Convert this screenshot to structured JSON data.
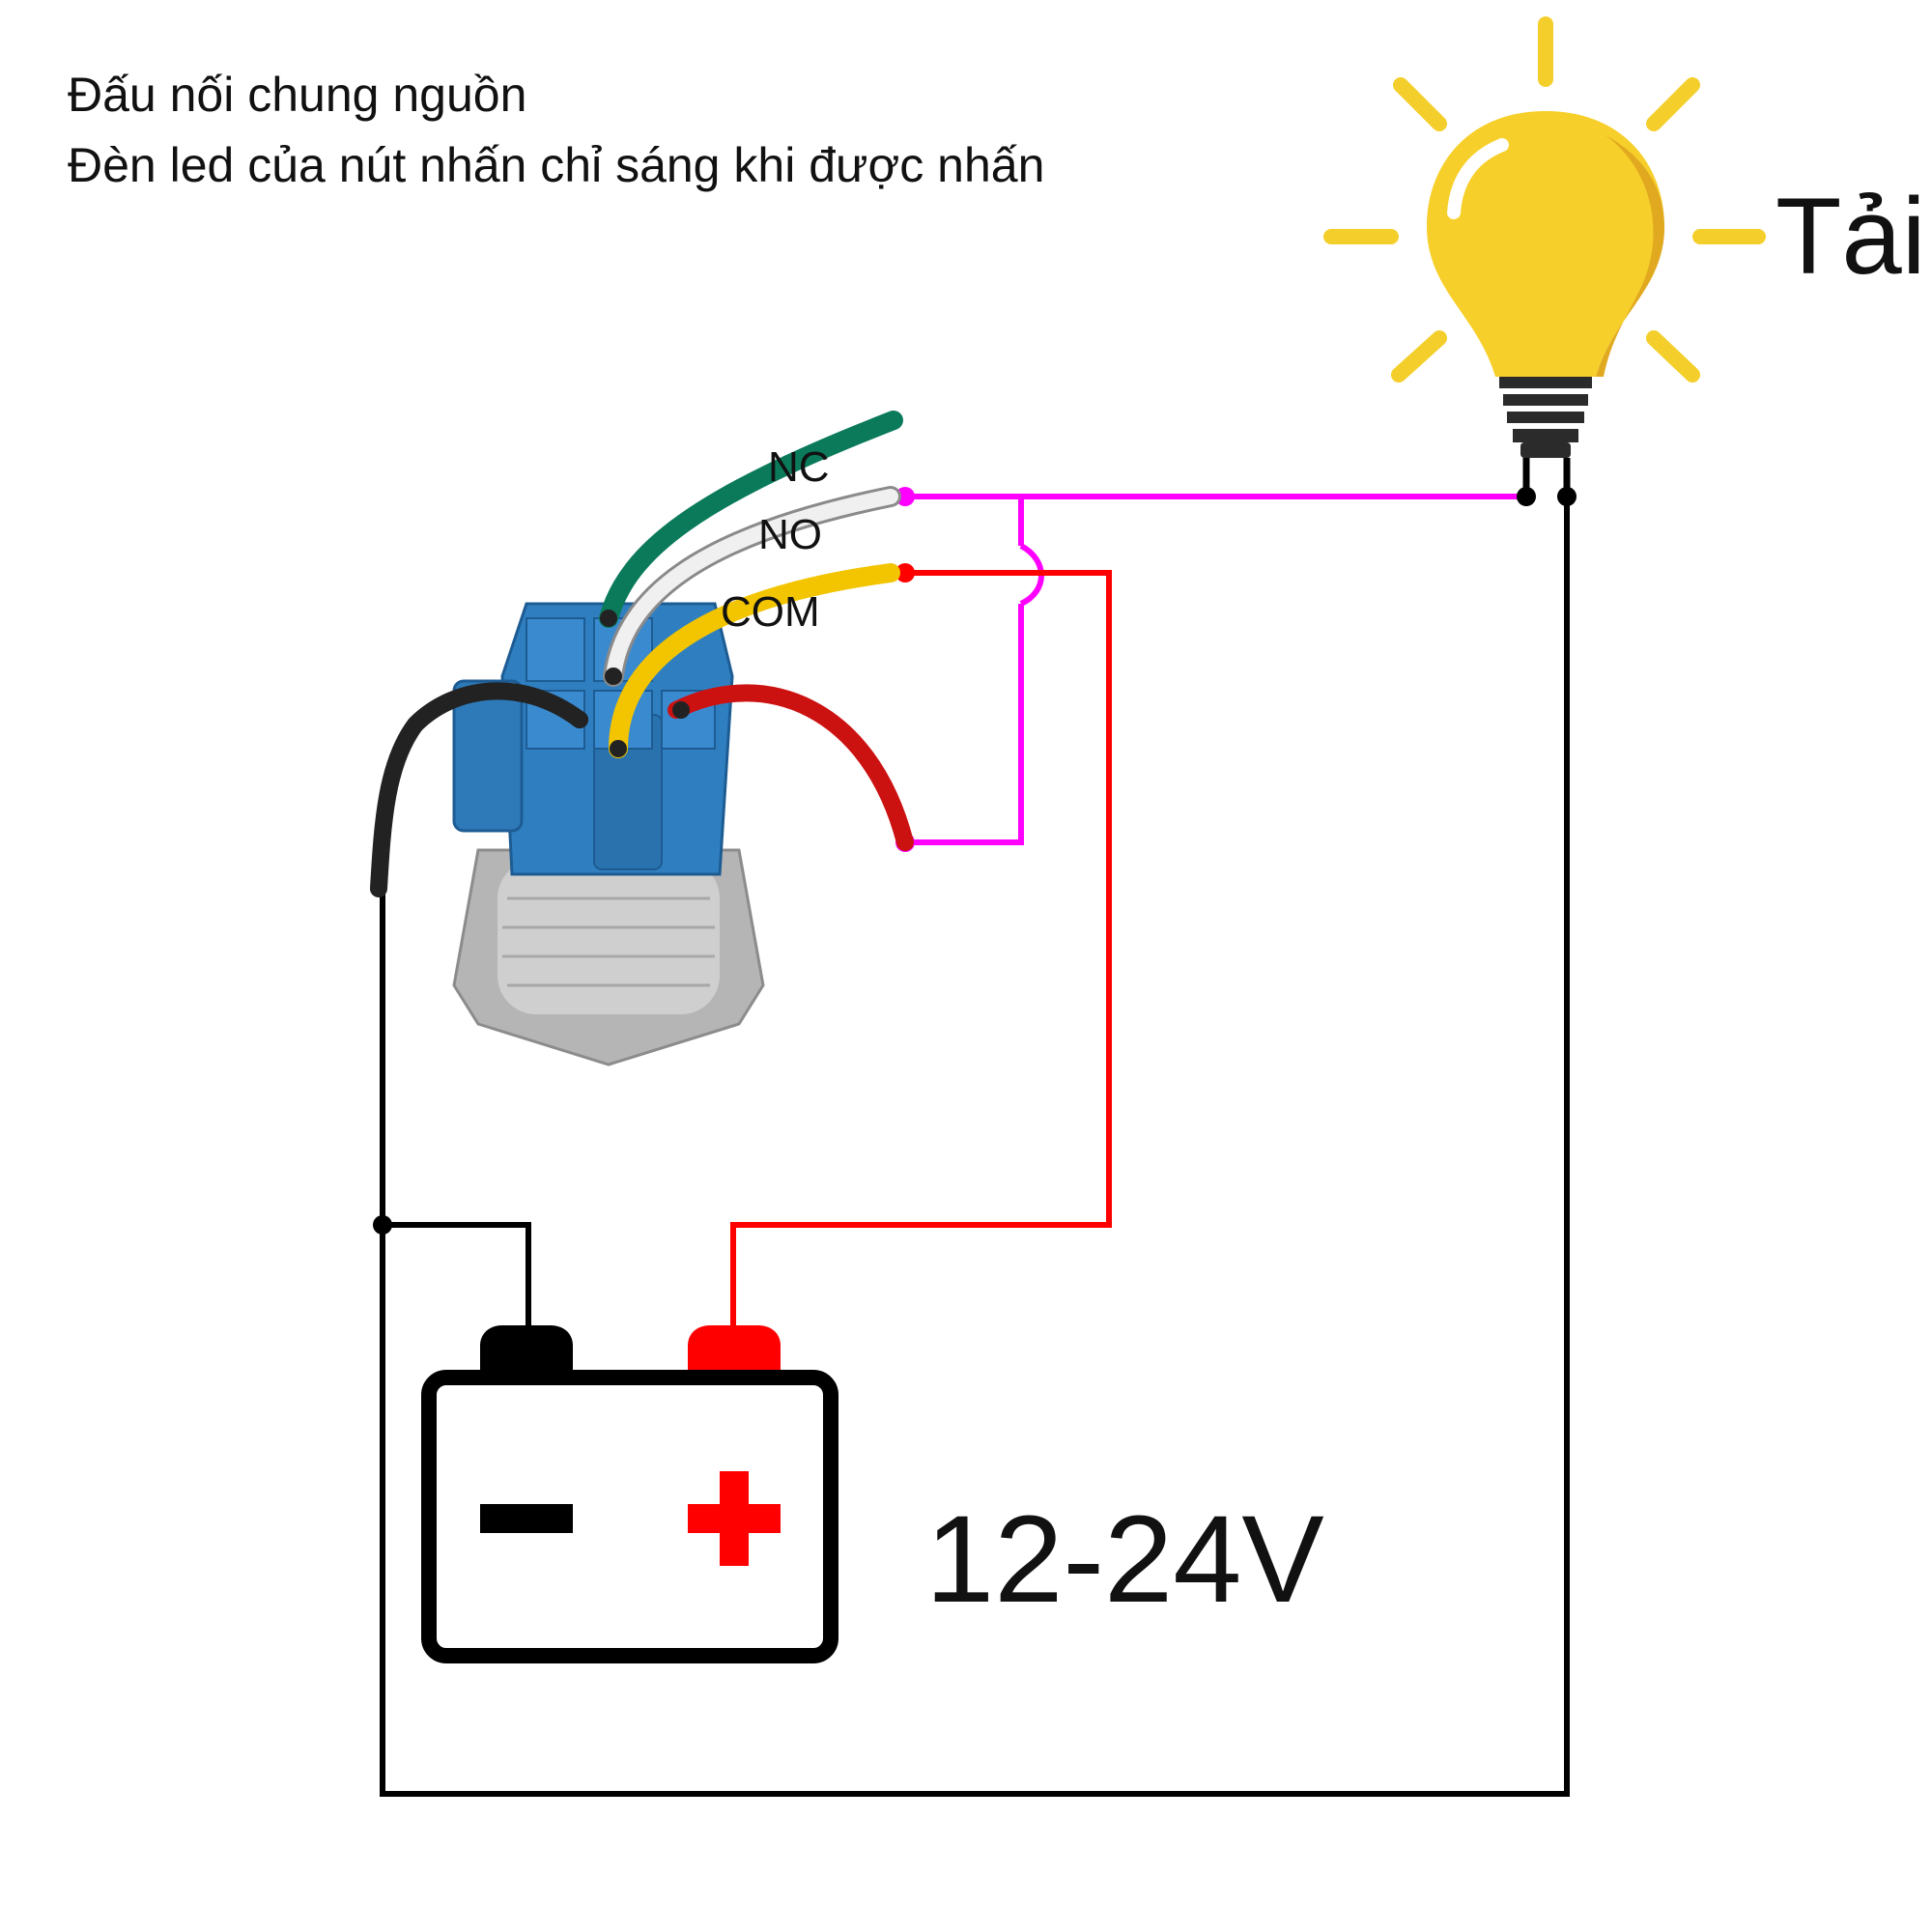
{
  "header": {
    "line1": "Đấu nối chung nguồn",
    "line2": "Đèn led của nút nhấn chỉ sáng khi được nhấn"
  },
  "load": {
    "label": "Tải",
    "icon": "light-bulb-icon"
  },
  "switch": {
    "icon": "push-button-switch-icon",
    "terminals": {
      "nc": "NC",
      "no": "NO",
      "com": "COM"
    }
  },
  "battery": {
    "label": "12-24V",
    "icon": "battery-icon"
  },
  "colors": {
    "wire_negative": "#000000",
    "wire_positive": "#ff0000",
    "wire_load": "#ff00ff",
    "bulb": "#f7cf2a",
    "switch_body": "#2f7fc0",
    "wire_nc": "#0a7a5a",
    "wire_no": "#f0f0f0",
    "wire_com": "#f2c500",
    "wire_led_negative": "#222222",
    "wire_led_positive": "#cc1111"
  }
}
